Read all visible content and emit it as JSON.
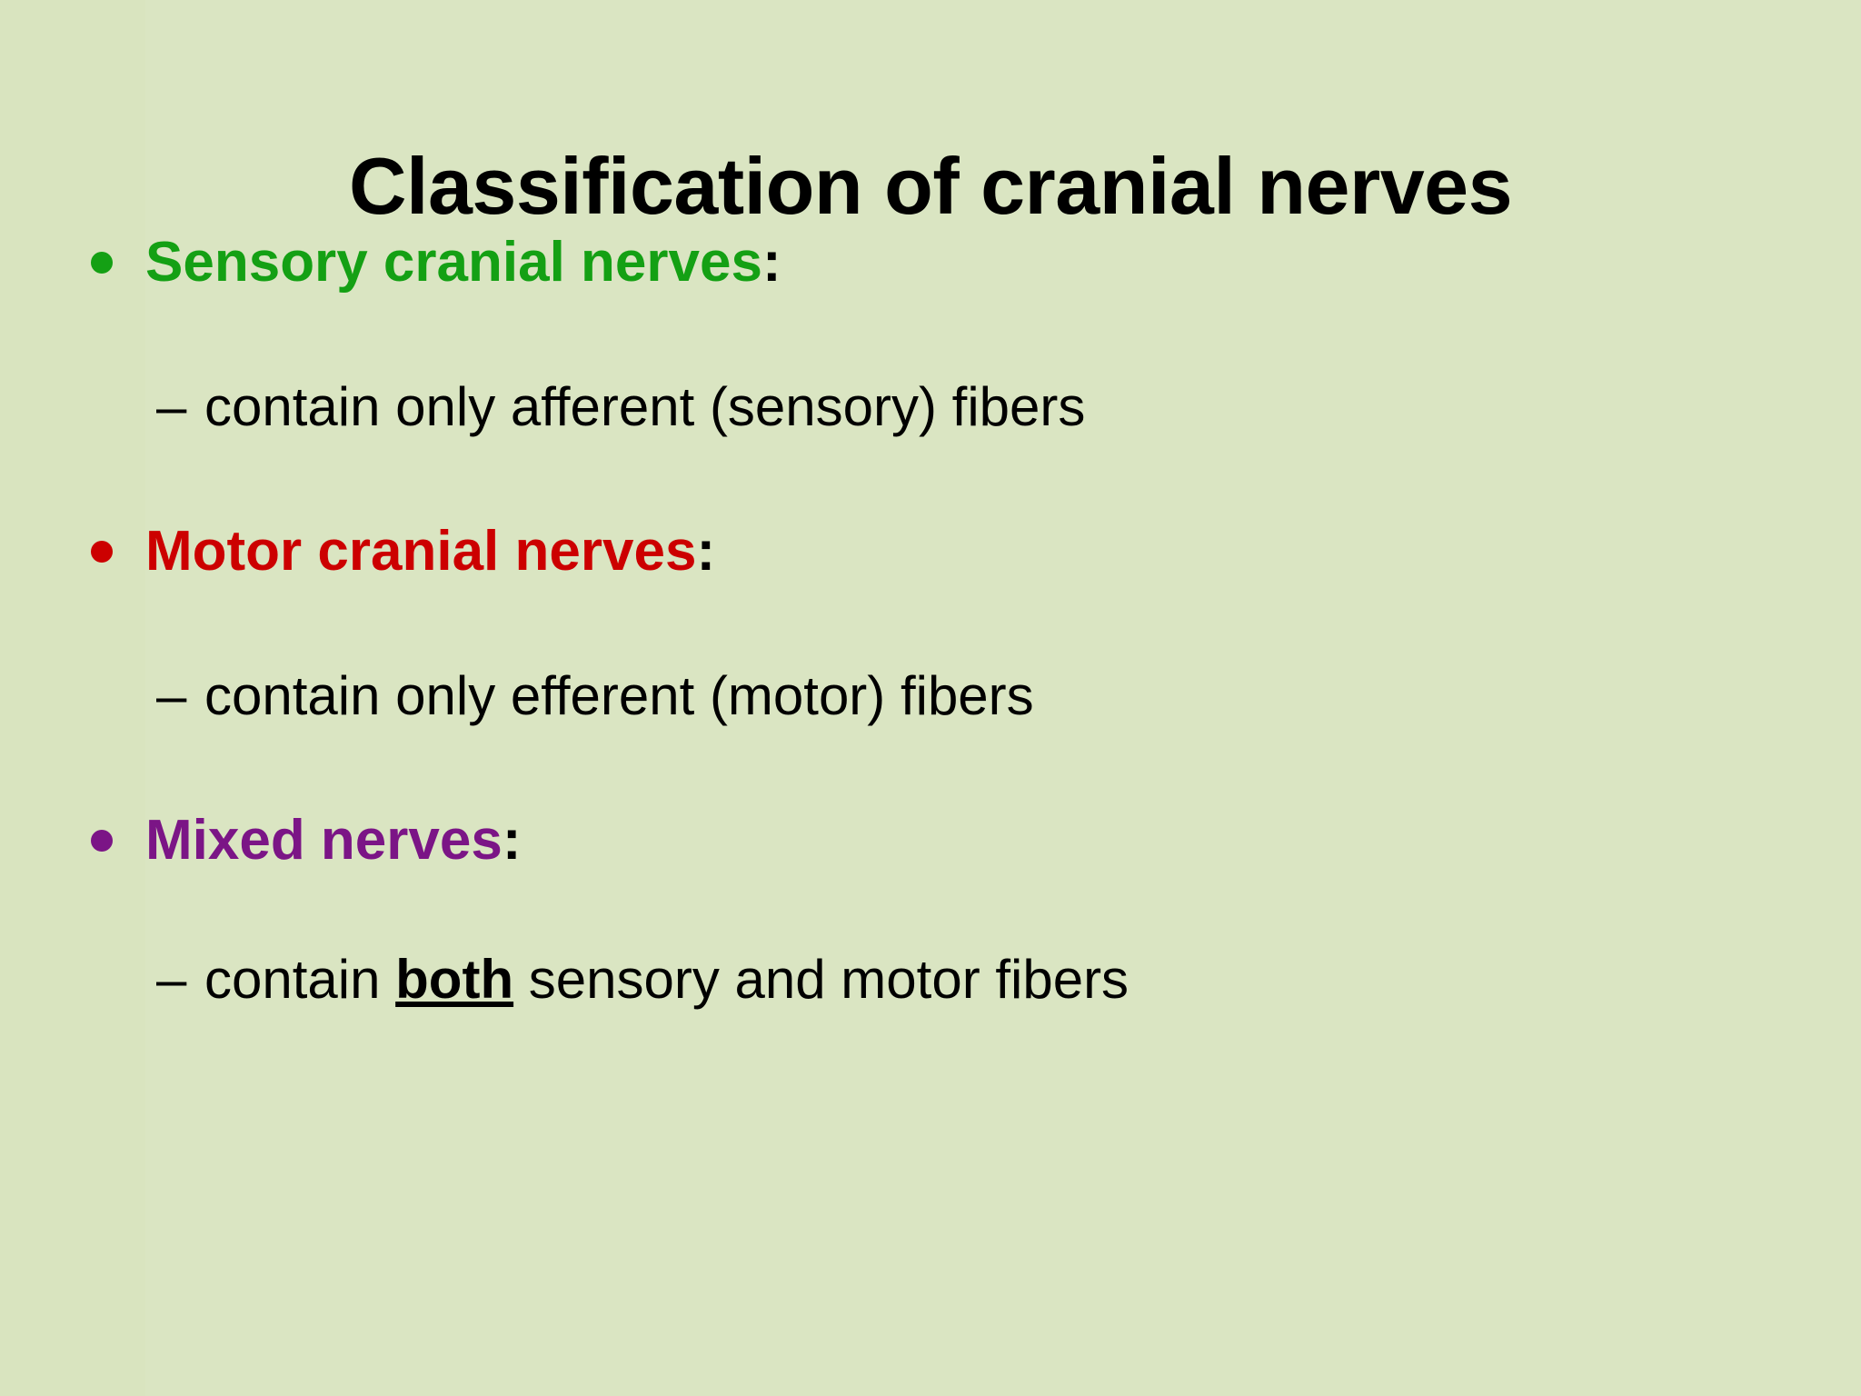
{
  "slide": {
    "title": "Classification of cranial nerves",
    "background_color": "#d9e4bf",
    "title_color": "#000000"
  },
  "bullets": [
    {
      "heading": "Sensory cranial nerves",
      "colon": ":",
      "color": "#14a014",
      "bullet_glyph": "round-dot",
      "sub": {
        "dash": "–",
        "text_before": "contain only afferent (sensory) fibers",
        "emphasis": "",
        "text_after": ""
      }
    },
    {
      "heading": "Motor cranial nerves",
      "colon": ":",
      "color": "#cc0000",
      "bullet_glyph": "round-dot",
      "sub": {
        "dash": "–",
        "text_before": "contain only efferent (motor) fibers",
        "emphasis": "",
        "text_after": ""
      }
    },
    {
      "heading": "Mixed nerves",
      "colon": ":",
      "color": "#7b1586",
      "bullet_glyph": "round-dot",
      "sub": {
        "dash": "–",
        "text_before": "contain ",
        "emphasis": "both",
        "text_after": " sensory and motor fibers"
      }
    }
  ]
}
